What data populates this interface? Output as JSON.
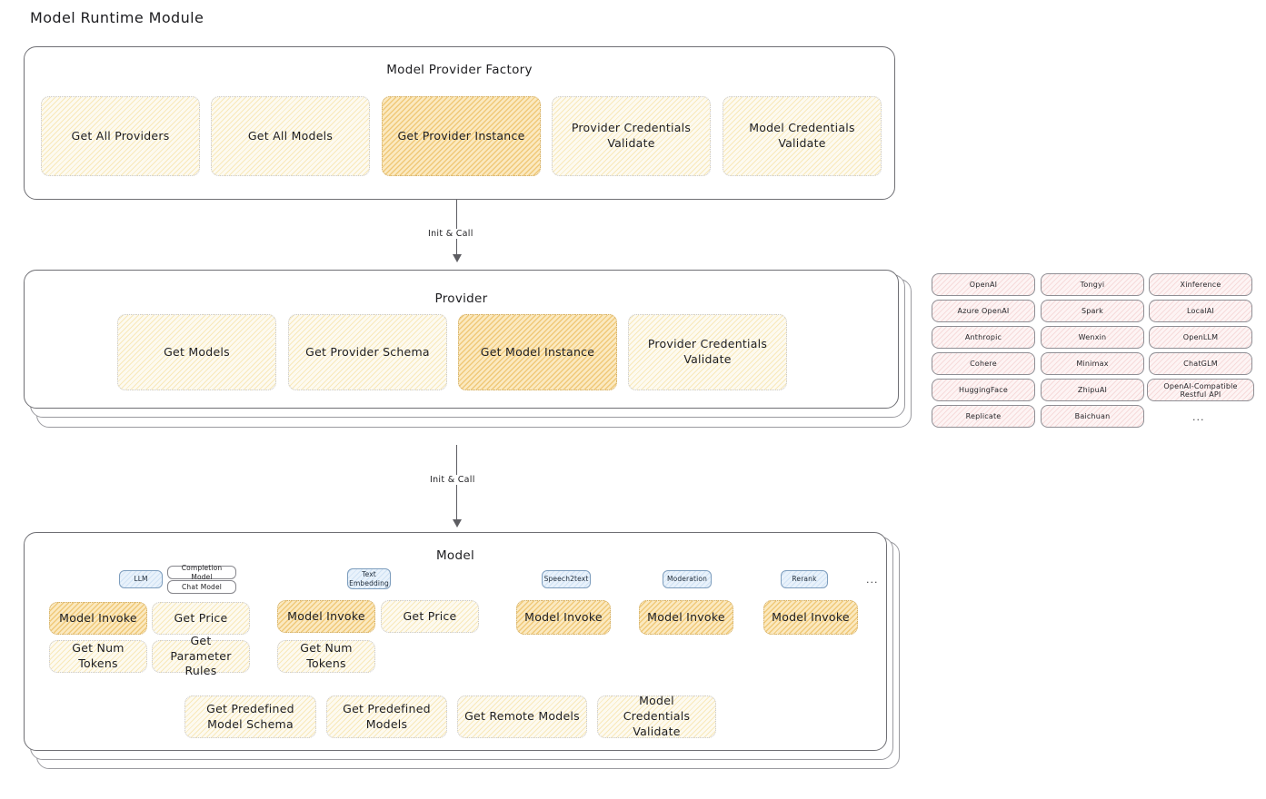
{
  "page": {
    "title": "Model Runtime Module"
  },
  "factory": {
    "title": "Model Provider Factory",
    "nodes": [
      {
        "label": "Get All Providers",
        "highlight": false
      },
      {
        "label": "Get All Models",
        "highlight": false
      },
      {
        "label": "Get Provider Instance",
        "highlight": true
      },
      {
        "label": "Provider Credentials Validate",
        "highlight": false
      },
      {
        "label": "Model Credentials Validate",
        "highlight": false
      }
    ]
  },
  "arrow1": {
    "label": "Init & Call"
  },
  "provider": {
    "title": "Provider",
    "nodes": [
      {
        "label": "Get Models",
        "highlight": false
      },
      {
        "label": "Get Provider Schema",
        "highlight": false
      },
      {
        "label": "Get Model Instance",
        "highlight": true
      },
      {
        "label": "Provider Credentials Validate",
        "highlight": false
      }
    ]
  },
  "arrow2": {
    "label": "Init & Call"
  },
  "provider_list": {
    "columns": [
      [
        "OpenAI",
        "Azure OpenAI",
        "Anthropic",
        "Cohere",
        "HuggingFace",
        "Replicate"
      ],
      [
        "Tongyi",
        "Spark",
        "Wenxin",
        "Minimax",
        "ZhipuAI",
        "Baichuan"
      ],
      [
        "Xinference",
        "LocalAI",
        "OpenLLM",
        "ChatGLM",
        "OpenAI-Compatible Restful API"
      ]
    ],
    "more": "..."
  },
  "model": {
    "title": "Model",
    "more": "...",
    "groups": [
      {
        "badge": "LLM",
        "sub_badges": [
          "Completion Model",
          "Chat Model"
        ],
        "nodes": [
          {
            "label": "Model Invoke",
            "highlight": true
          },
          {
            "label": "Get Price",
            "highlight": false
          },
          {
            "label": "Get Num Tokens",
            "highlight": false
          },
          {
            "label": "Get Parameter Rules",
            "highlight": false
          }
        ]
      },
      {
        "badge": "Text Embedding",
        "sub_badges": [],
        "nodes": [
          {
            "label": "Model Invoke",
            "highlight": true
          },
          {
            "label": "Get Price",
            "highlight": false
          },
          {
            "label": "Get Num Tokens",
            "highlight": false
          }
        ]
      },
      {
        "badge": "Speech2text",
        "sub_badges": [],
        "nodes": [
          {
            "label": "Model Invoke",
            "highlight": true
          }
        ]
      },
      {
        "badge": "Moderation",
        "sub_badges": [],
        "nodes": [
          {
            "label": "Model Invoke",
            "highlight": true
          }
        ]
      },
      {
        "badge": "Rerank",
        "sub_badges": [],
        "nodes": [
          {
            "label": "Model Invoke",
            "highlight": true
          }
        ]
      }
    ],
    "common_nodes": [
      {
        "label": "Get Predefined Model Schema"
      },
      {
        "label": "Get Predefined Models"
      },
      {
        "label": "Get Remote Models"
      },
      {
        "label": "Model Credentials Validate"
      }
    ]
  },
  "colors": {
    "highlight_fill": "#fbe9c0",
    "light_fill": "#fdfaf0",
    "pill_fill": "#fdf4f4",
    "badge_blue": "#e9f2fb",
    "stroke": "#6f6f74"
  }
}
